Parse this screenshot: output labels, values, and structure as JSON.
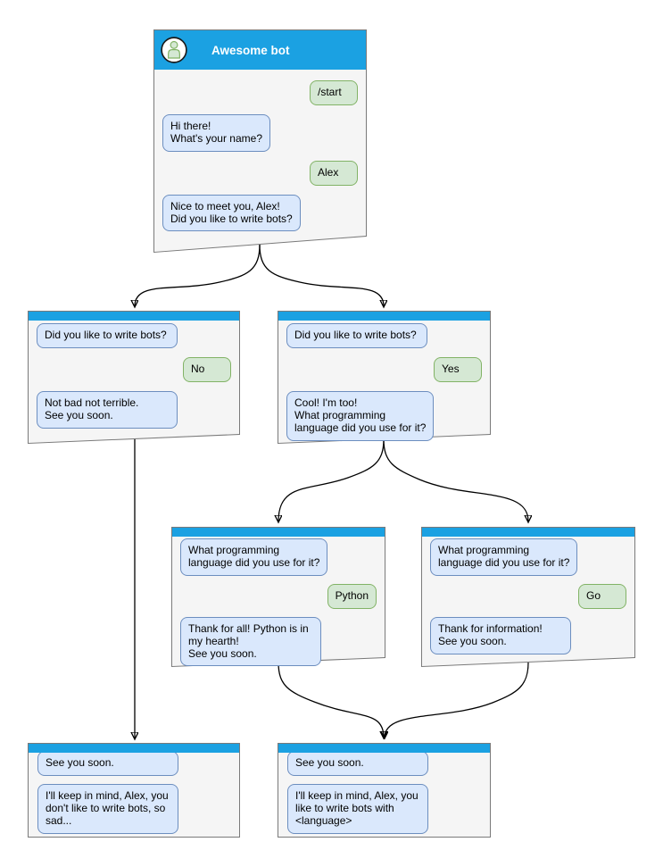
{
  "colors": {
    "header_blue": "#1ba1e2",
    "window_bg": "#f5f5f5",
    "window_border": "#7a7a7a",
    "bot_bg": "#dae8fc",
    "bot_border": "#6c8ebf",
    "user_bg": "#d5e8d4",
    "user_border": "#82b366",
    "connector": "#000000"
  },
  "icons": {
    "avatar": "person-icon"
  },
  "windows": {
    "root": {
      "title": "Awesome bot",
      "messages": [
        {
          "from": "user",
          "text": "/start"
        },
        {
          "from": "bot",
          "text": "Hi there!\nWhat's your name?"
        },
        {
          "from": "user",
          "text": "Alex"
        },
        {
          "from": "bot",
          "text": "Nice to meet you, Alex!\nDid you like to write bots?"
        }
      ]
    },
    "branch_no": {
      "messages": [
        {
          "from": "bot",
          "text": "Did you like to write bots?"
        },
        {
          "from": "user",
          "text": "No"
        },
        {
          "from": "bot",
          "text": "Not bad not terrible.\nSee you soon."
        }
      ]
    },
    "branch_yes": {
      "messages": [
        {
          "from": "bot",
          "text": "Did you like to write bots?"
        },
        {
          "from": "user",
          "text": "Yes"
        },
        {
          "from": "bot",
          "text": "Cool! I'm too!\nWhat programming\nlanguage did you use for it?"
        }
      ]
    },
    "lang_python": {
      "messages": [
        {
          "from": "bot",
          "text": "What programming\nlanguage did you use for it?"
        },
        {
          "from": "user",
          "text": "Python"
        },
        {
          "from": "bot",
          "text": "Thank for all! Python is in\nmy hearth!\nSee you soon."
        }
      ]
    },
    "lang_go": {
      "messages": [
        {
          "from": "bot",
          "text": "What programming\nlanguage did you use for it?"
        },
        {
          "from": "user",
          "text": "Go"
        },
        {
          "from": "bot",
          "text": "Thank for information!\nSee you soon."
        }
      ]
    },
    "end_no": {
      "messages": [
        {
          "from": "bot",
          "text": "See you soon."
        },
        {
          "from": "bot",
          "text": "I'll keep in mind, Alex, you\ndon't like to write bots, so\nsad..."
        }
      ]
    },
    "end_yes": {
      "messages": [
        {
          "from": "bot",
          "text": "See you soon."
        },
        {
          "from": "bot",
          "text": "I'll keep in mind, Alex, you\nlike to write bots with\n<language>"
        }
      ]
    }
  },
  "edges": [
    {
      "from": "root",
      "to": "branch_no"
    },
    {
      "from": "root",
      "to": "branch_yes"
    },
    {
      "from": "branch_no",
      "to": "end_no"
    },
    {
      "from": "branch_yes",
      "to": "lang_python"
    },
    {
      "from": "branch_yes",
      "to": "lang_go"
    },
    {
      "from": "lang_python",
      "to": "end_yes"
    },
    {
      "from": "lang_go",
      "to": "end_yes"
    }
  ]
}
